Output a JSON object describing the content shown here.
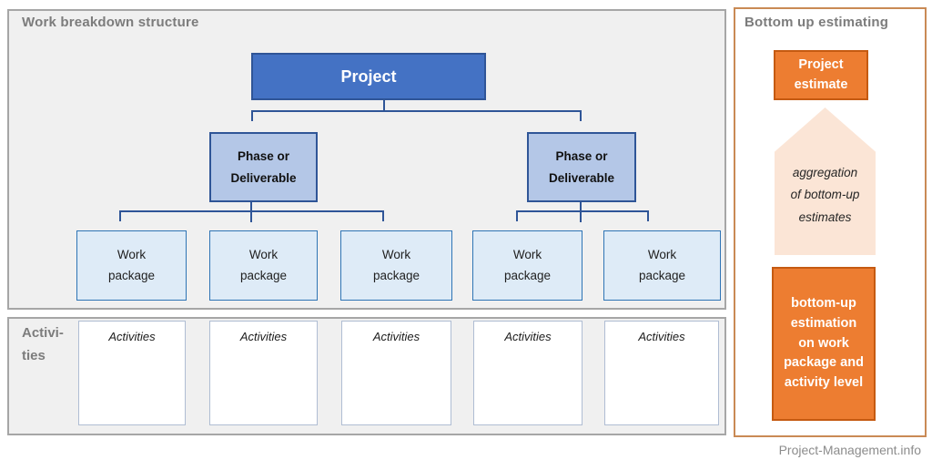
{
  "colors": {
    "project_fill": "#4472C4",
    "project_border": "#2F5597",
    "phase_fill": "#B4C7E7",
    "work_package_fill": "#DEEBF7",
    "connector": "#2F5597",
    "orange_fill": "#ED7D31",
    "orange_border": "#C55A11",
    "peach_arrow_fill": "#FBE5D6",
    "gray_panel_fill": "#F0F0F0",
    "gray_panel_border": "#A6A6A6",
    "orange_panel_border": "#C98A55",
    "title_gray": "#7C7C7C"
  },
  "wbs": {
    "title": "Work breakdown structure",
    "project": {
      "label": "Project"
    },
    "phases": [
      {
        "line1": "Phase or",
        "line2": "Deliverable"
      },
      {
        "line1": "Phase or",
        "line2": "Deliverable"
      }
    ],
    "work_packages": [
      {
        "line1": "Work",
        "line2": "package"
      },
      {
        "line1": "Work",
        "line2": "package"
      },
      {
        "line1": "Work",
        "line2": "package"
      },
      {
        "line1": "Work",
        "line2": "package"
      },
      {
        "line1": "Work",
        "line2": "package"
      }
    ]
  },
  "activities": {
    "side_label_line1": "Activi-",
    "side_label_line2": "ties",
    "boxes": [
      {
        "label": "Activities"
      },
      {
        "label": "Activities"
      },
      {
        "label": "Activities"
      },
      {
        "label": "Activities"
      },
      {
        "label": "Activities"
      }
    ]
  },
  "estimating": {
    "title": "Bottom up estimating",
    "project_estimate": {
      "line1": "Project",
      "line2": "estimate"
    },
    "aggregation": {
      "line1": "aggregation",
      "line2": "of bottom-up",
      "line3": "estimates"
    },
    "bottom_box": {
      "line1": "bottom-up",
      "line2": "estimation",
      "line3": "on work",
      "line4": "package and",
      "line5": "activity level"
    }
  },
  "footer": {
    "credit": "Project-Management.info"
  }
}
